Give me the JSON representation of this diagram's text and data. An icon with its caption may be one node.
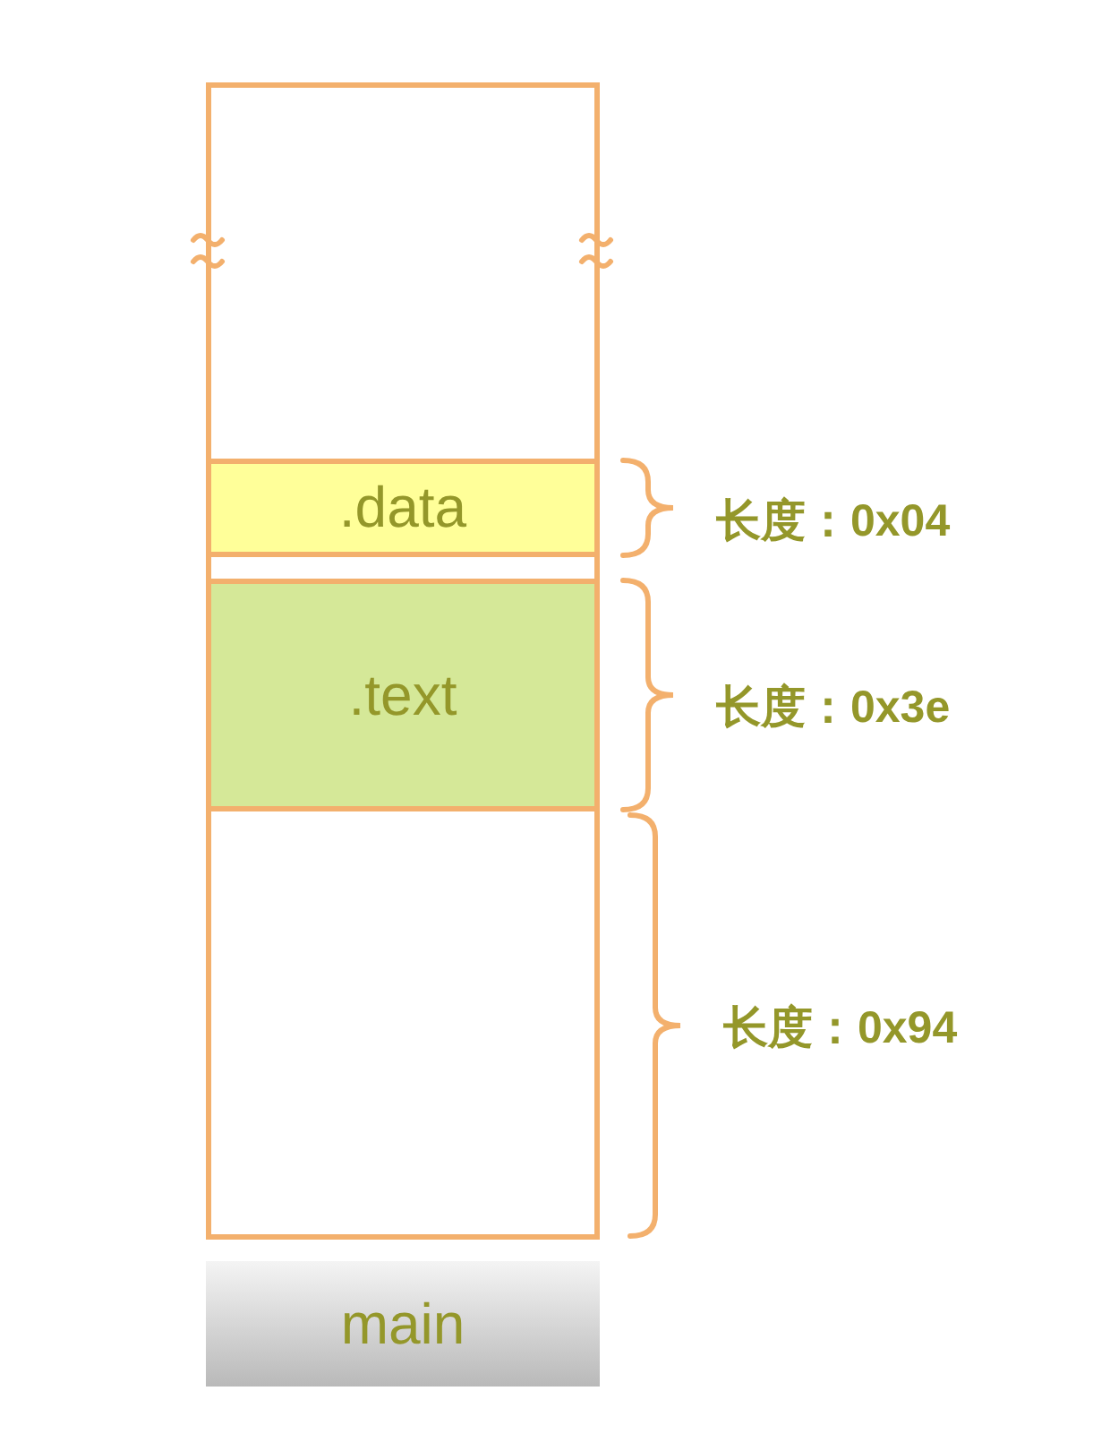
{
  "diagram": {
    "nodes": [
      {
        "text": [],
        "shape": "box"
      },
      {
        "text": [
          ".data"
        ],
        "in": 0,
        "beside": [
          "长度：0x04"
        ]
      },
      {
        "text": [
          ".text"
        ],
        "in": 0,
        "beside": [
          "长度：0x3e"
        ]
      },
      {
        "text": [
          "main"
        ]
      }
    ],
    "edges": [],
    "labels": [
      "长度：0x94"
    ]
  }
}
